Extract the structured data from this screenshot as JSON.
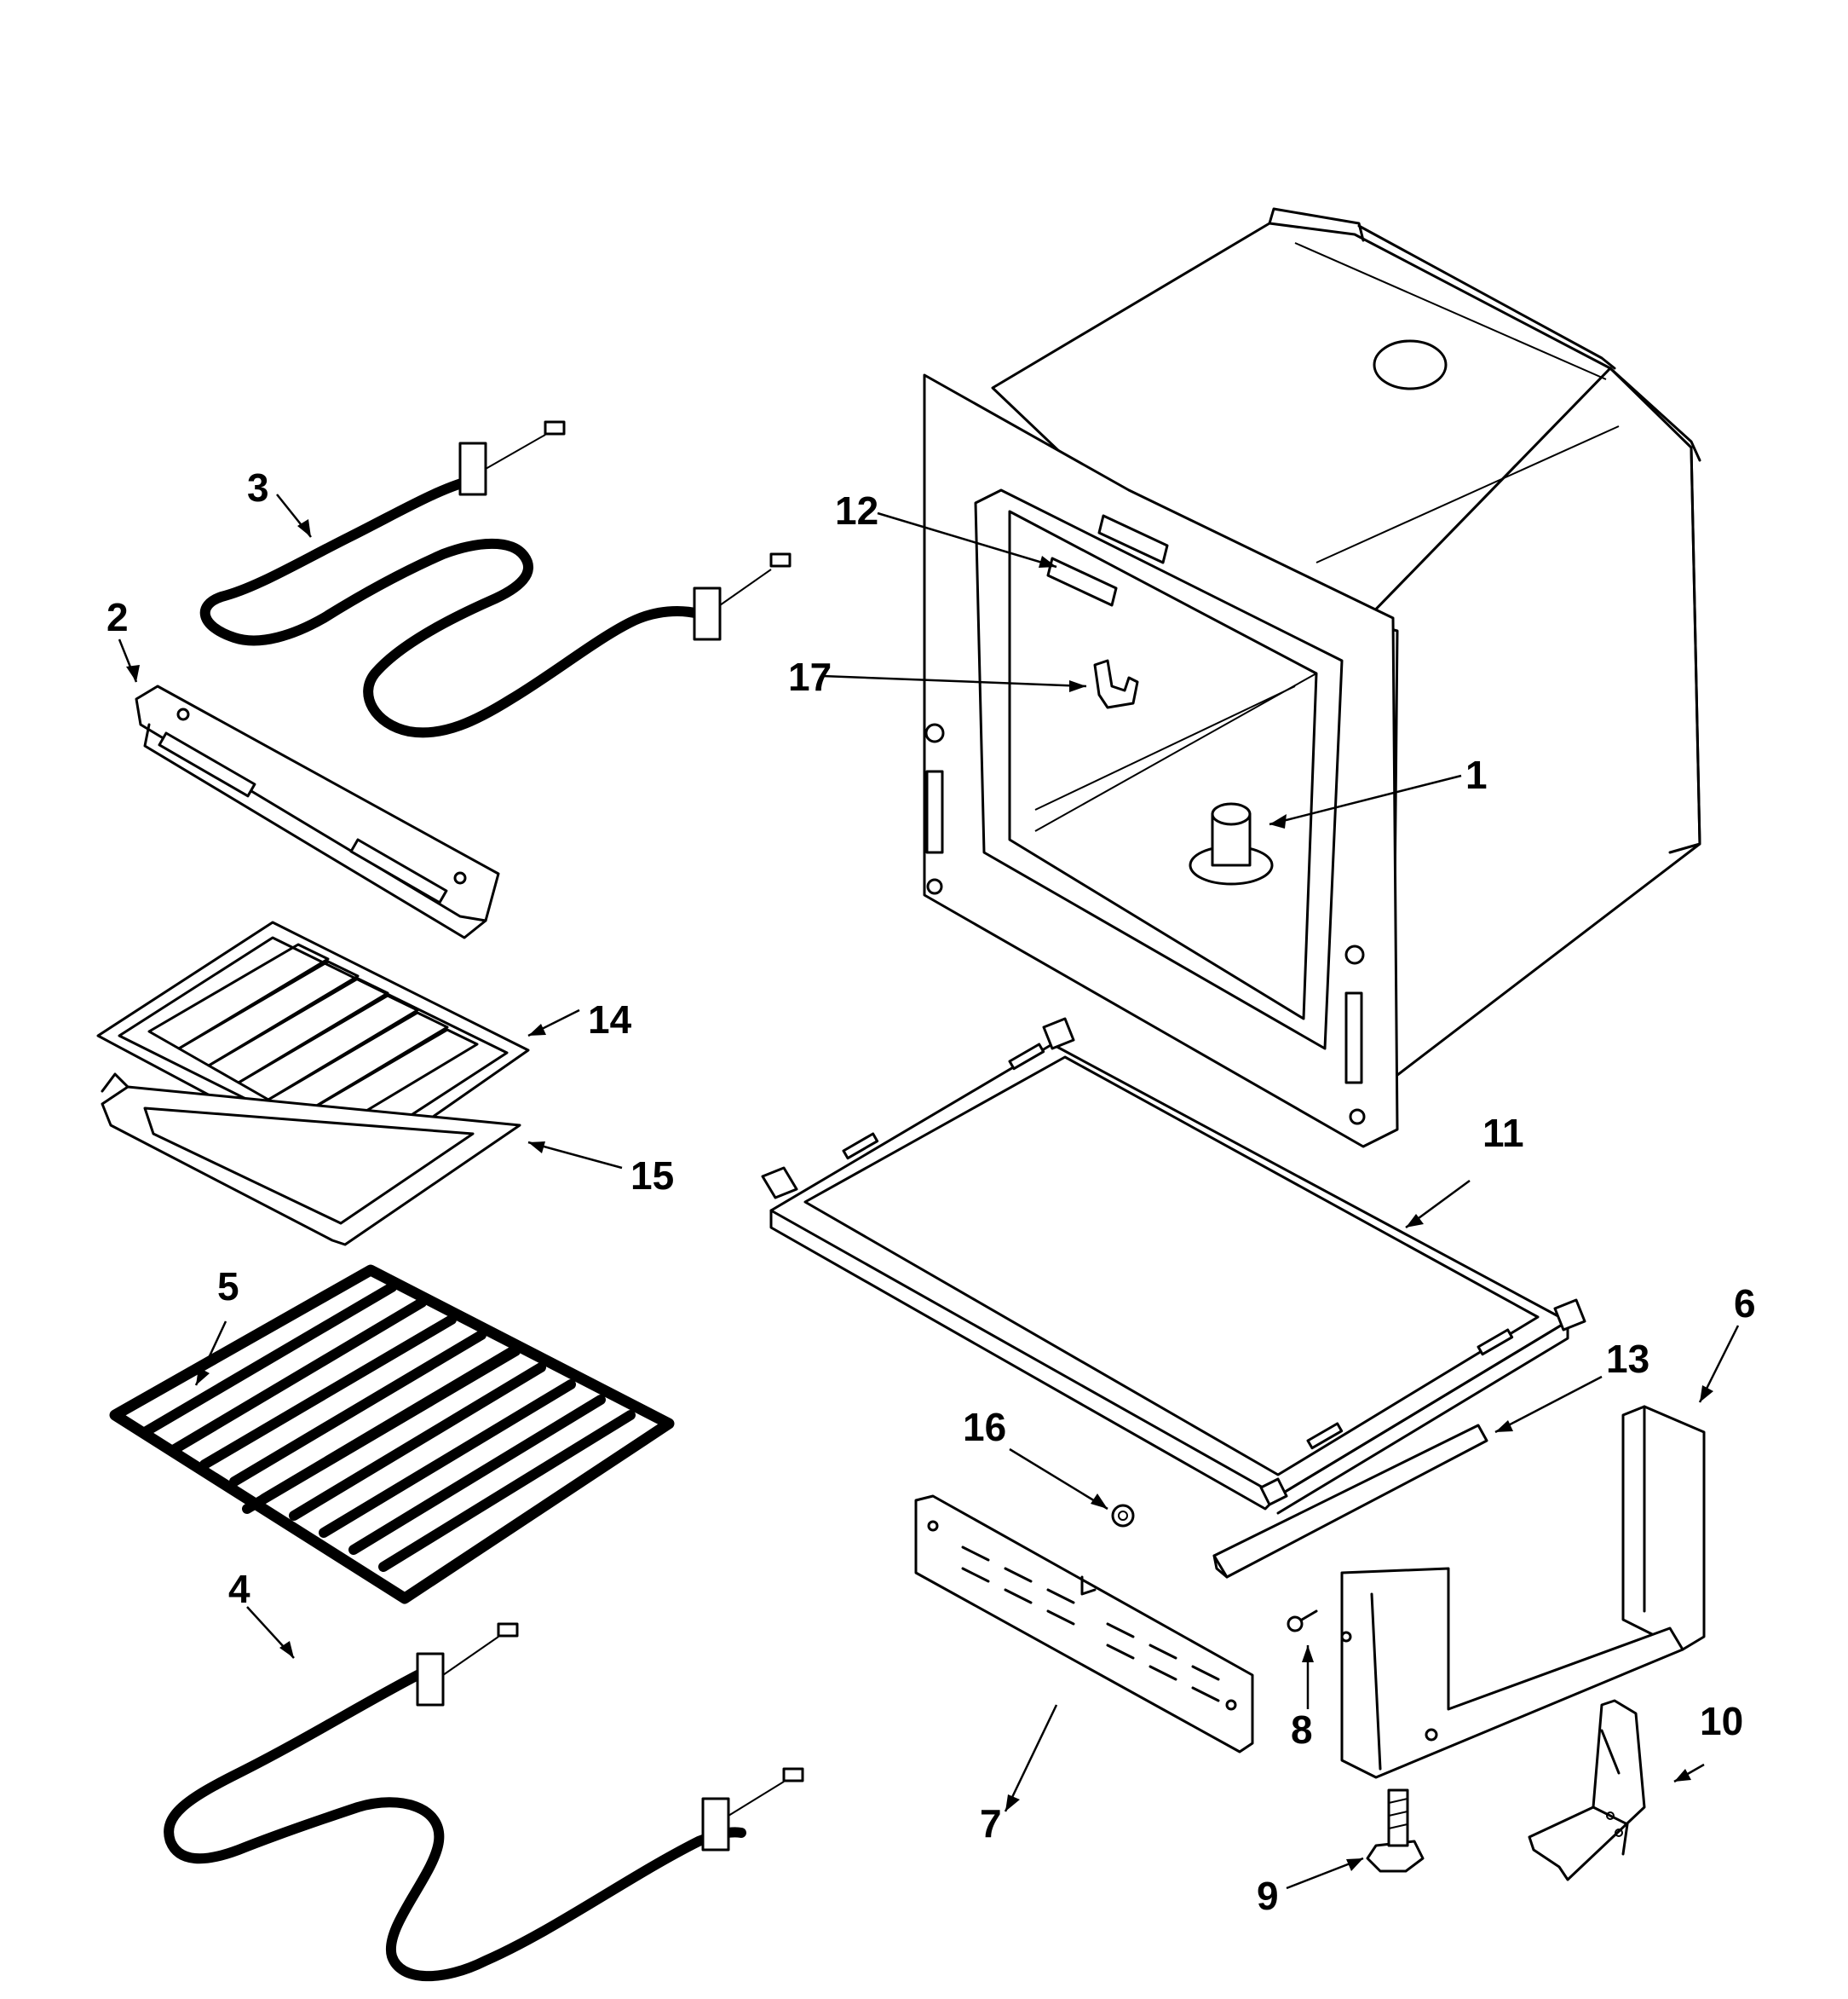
{
  "callouts": [
    {
      "id": "1",
      "label": "1",
      "part": "oven-cavity-pilot"
    },
    {
      "id": "2",
      "label": "2",
      "part": "broil-element-bracket"
    },
    {
      "id": "3",
      "label": "3",
      "part": "broil-element"
    },
    {
      "id": "4",
      "label": "4",
      "part": "bake-element"
    },
    {
      "id": "5",
      "label": "5",
      "part": "oven-rack"
    },
    {
      "id": "6",
      "label": "6",
      "part": "side-frame"
    },
    {
      "id": "7",
      "label": "7",
      "part": "front-support"
    },
    {
      "id": "8",
      "label": "8",
      "part": "screw"
    },
    {
      "id": "9",
      "label": "9",
      "part": "leveling-leg"
    },
    {
      "id": "10",
      "label": "10",
      "part": "anti-tip-bracket"
    },
    {
      "id": "11",
      "label": "11",
      "part": "bottom-pan"
    },
    {
      "id": "12",
      "label": "12",
      "part": "vent"
    },
    {
      "id": "13",
      "label": "13",
      "part": "rail"
    },
    {
      "id": "14",
      "label": "14",
      "part": "broiler-pan-insert"
    },
    {
      "id": "15",
      "label": "15",
      "part": "broiler-pan"
    },
    {
      "id": "16",
      "label": "16",
      "part": "nut"
    },
    {
      "id": "17",
      "label": "17",
      "part": "clip"
    }
  ]
}
